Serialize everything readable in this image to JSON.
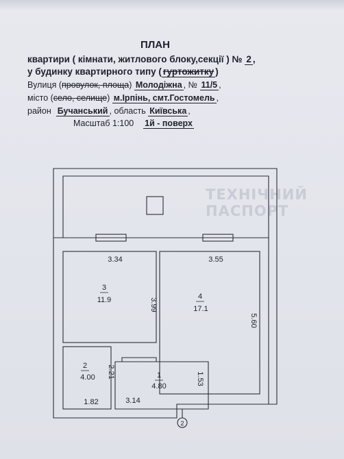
{
  "header": {
    "title": "ПЛАН",
    "line1_prefix": "квартири ( кімнати, житлового блоку,секції ) №",
    "apt_number": "2",
    "line1_suffix": ",",
    "line2_prefix": "у будинку квартирного типу (",
    "line2_struck": "гуртожитку",
    "line2_suffix": ")",
    "street_label_a": "Вулиця (",
    "street_struck": "провулок, площа",
    "street_label_b": ")",
    "street_value": "Молодіжна",
    "building_label": ", №",
    "building_value": "11/5",
    "building_end": ",",
    "city_label_a": "місто (",
    "city_struck": "село, селище",
    "city_label_b": ")",
    "city_value": "м.Ірпінь, смт.Гостомель",
    "city_end": ",",
    "district_label": "район",
    "district_value": "Бучанський",
    "region_label": ", область",
    "region_value": "Київська",
    "region_end": ",",
    "scale_label": "Масштаб  1:100",
    "floor_value": "1й - поверх"
  },
  "plan": {
    "rooms": [
      {
        "number": "3",
        "area": "11.9"
      },
      {
        "number": "4",
        "area": "17.1"
      },
      {
        "number": "2",
        "area": "4.00"
      },
      {
        "number": "1",
        "area": "4.80"
      }
    ],
    "dimensions": {
      "room3_width": "3.34",
      "room3_depth": "3.99",
      "room4_width": "3.55",
      "room4_depth": "5.60",
      "room2_depth": "2.21",
      "room2_width": "1.82",
      "room1_width": "3.14",
      "room1_depth": "1.53"
    },
    "axis_label": "2"
  },
  "background_text": [
    "ТЕХНІЧНИЙ ПАСПОРТ"
  ]
}
